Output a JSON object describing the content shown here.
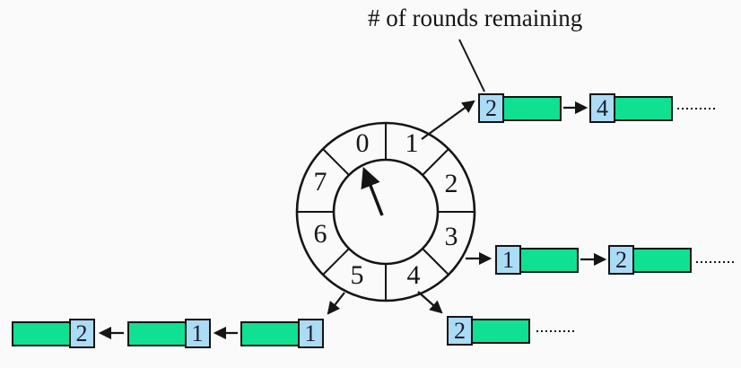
{
  "annotation": {
    "label": "# of rounds remaining"
  },
  "wheel": {
    "slots": [
      "0",
      "1",
      "2",
      "3",
      "4",
      "5",
      "6",
      "7"
    ],
    "pointer_slot": "0"
  },
  "lists": {
    "slot1": {
      "slot": "1",
      "direction": "right",
      "nodes": [
        "2",
        "4"
      ],
      "truncated": true
    },
    "slot3": {
      "slot": "3",
      "direction": "right",
      "nodes": [
        "1",
        "2"
      ],
      "truncated": true
    },
    "slot4": {
      "slot": "4",
      "direction": "right",
      "nodes": [
        "2"
      ],
      "truncated": true
    },
    "slot5": {
      "slot": "5",
      "direction": "left",
      "nodes": [
        "1",
        "1",
        "2"
      ],
      "truncated": false
    }
  },
  "colors": {
    "node_body": "#10e092",
    "node_tag": "#abdcf5",
    "line": "#151515",
    "digit": "#1c1c2e",
    "background": "#fbfafb"
  }
}
